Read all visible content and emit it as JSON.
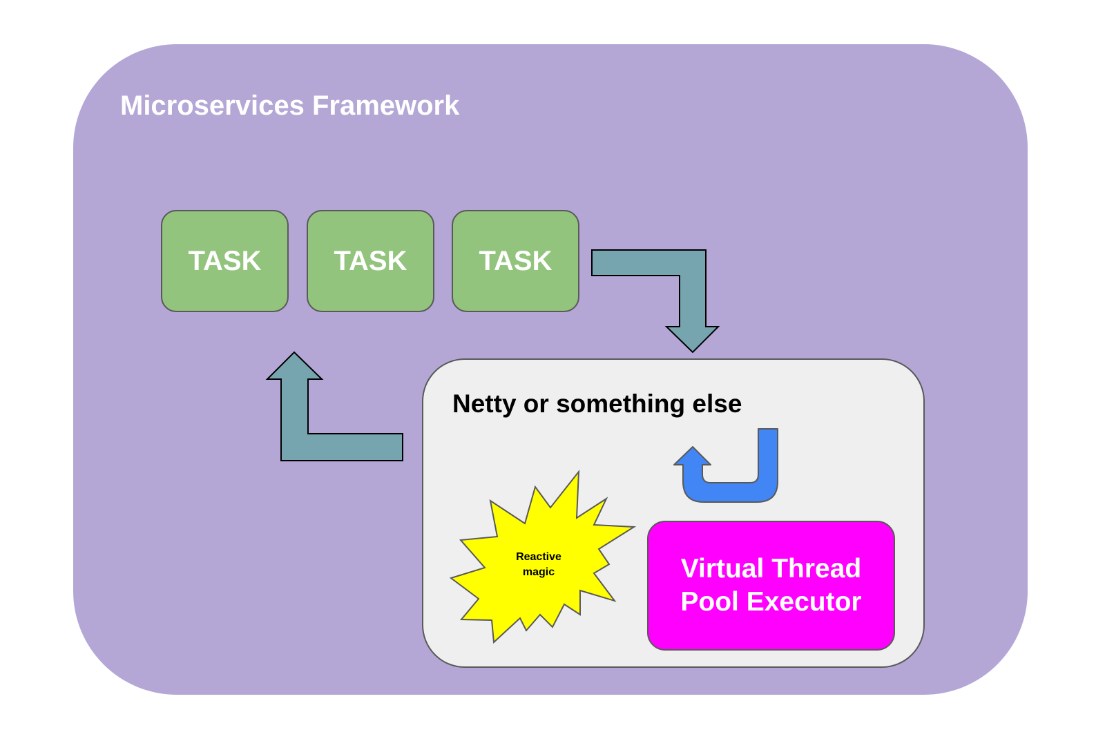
{
  "diagram": {
    "title": "Microservices Framework",
    "tasks": [
      {
        "label": "TASK"
      },
      {
        "label": "TASK"
      },
      {
        "label": "TASK"
      }
    ],
    "server": {
      "title": "Netty or something else"
    },
    "reactive": {
      "line1": "Reactive",
      "line2": "magic"
    },
    "executor": {
      "line1": "Virtual Thread",
      "line2": "Pool Executor"
    },
    "colors": {
      "framework_bg": "#b4a7d6",
      "task_fill": "#93c47d",
      "server_fill": "#efefef",
      "executor_fill": "#ff00ff",
      "starburst_fill": "#ffff00",
      "flow_arrow_fill": "#76a5af",
      "loop_arrow_fill": "#4285f4"
    }
  }
}
